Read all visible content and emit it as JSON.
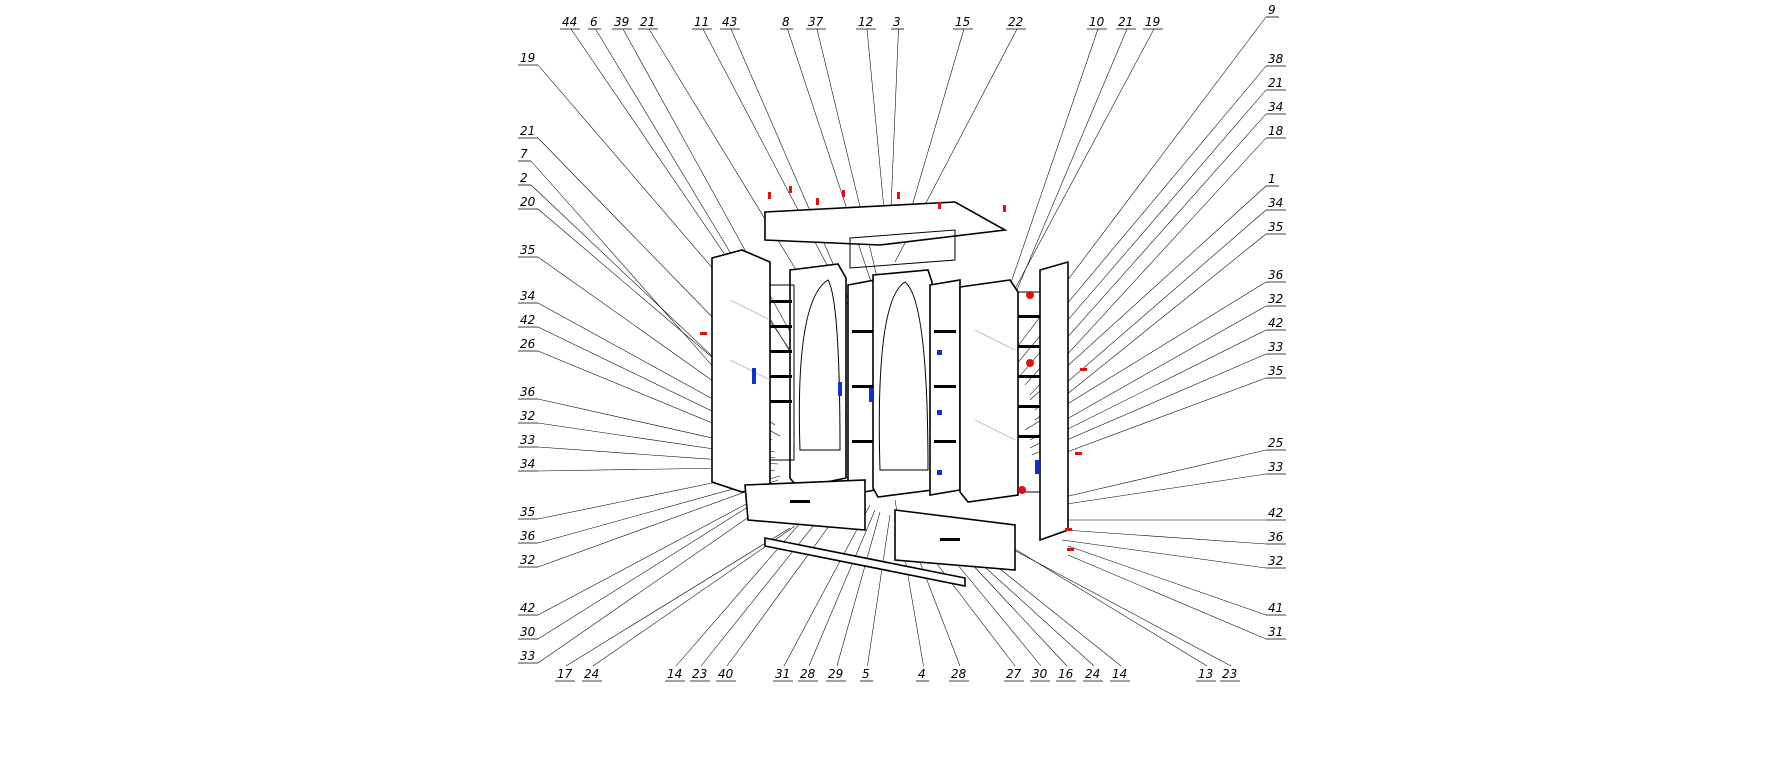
{
  "labels": {
    "top": [
      "44",
      "6",
      "39",
      "21",
      "11",
      "43",
      "8",
      "37",
      "12",
      "3",
      "15",
      "22",
      "10",
      "21",
      "19"
    ],
    "left": [
      "19",
      "21",
      "7",
      "2",
      "20",
      "35",
      "34",
      "42",
      "26",
      "36",
      "32",
      "33",
      "34",
      "35",
      "36",
      "32",
      "42",
      "30",
      "33"
    ],
    "right": [
      "9",
      "38",
      "21",
      "34",
      "18",
      "1",
      "34",
      "35",
      "36",
      "32",
      "42",
      "33",
      "35",
      "25",
      "33",
      "42",
      "36",
      "32",
      "41",
      "31"
    ],
    "bottom": [
      "17",
      "24",
      "14",
      "23",
      "40",
      "31",
      "28",
      "29",
      "5",
      "4",
      "28",
      "27",
      "30",
      "16",
      "24",
      "14",
      "13",
      "23"
    ]
  }
}
